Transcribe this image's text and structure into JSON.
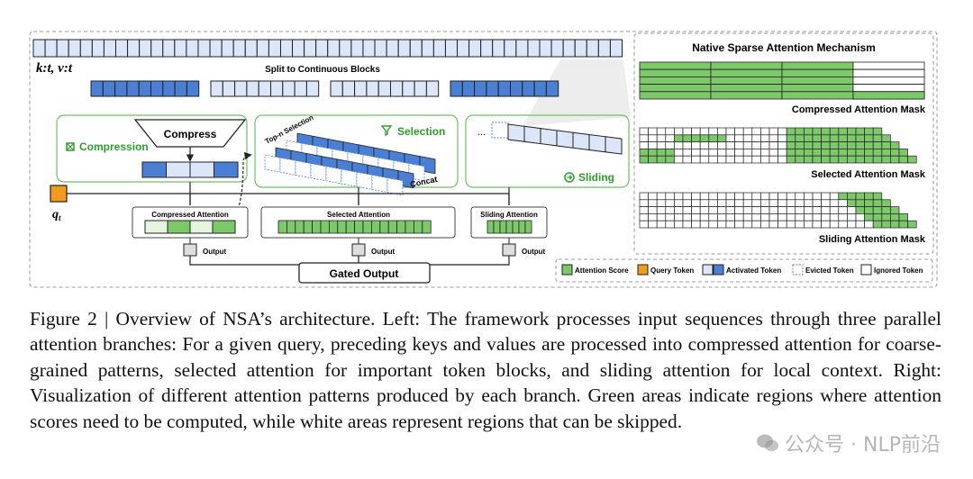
{
  "labels": {
    "kv": "k:t, v:t",
    "split": "Split to Continuous Blocks",
    "compress": "Compress",
    "compression": "Compression",
    "topn": "Top-n Selection",
    "selection": "Selection",
    "concat": "Concat",
    "ellipsis": "...",
    "sliding": "Sliding",
    "qt": "q",
    "qt_sub": "t",
    "compressed_attention": "Compressed Attention",
    "selected_attention": "Selected Attention",
    "sliding_attention": "Sliding Attention",
    "output": "Output",
    "gated_output": "Gated Output"
  },
  "right_panel": {
    "title": "Native Sparse Attention Mechanism",
    "masks": [
      {
        "label": "Compressed Attention Mask"
      },
      {
        "label": "Selected Attention Mask"
      },
      {
        "label": "Sliding Attention Mask"
      }
    ]
  },
  "legend": [
    {
      "label": "Attention Score",
      "kind": "green"
    },
    {
      "label": "Query Token",
      "kind": "orange"
    },
    {
      "label": "Activated Token",
      "kind": "blue"
    },
    {
      "label": "Evicted Token",
      "kind": "dashed"
    },
    {
      "label": "Ignored Token",
      "kind": "white"
    }
  ],
  "colors": {
    "green": "#7cc86a",
    "green_border": "#2f7a28",
    "panel_green": "#6cc260",
    "blue": "#4a7fd4",
    "light_blue": "#dbe7f8",
    "orange": "#f29a1e",
    "gray": "#d9d9d9"
  },
  "icons": [
    "compression-icon",
    "selection-icon",
    "sliding-icon"
  ],
  "caption": "Figure 2 | Overview of NSA’s architecture. Left: The framework processes input sequences through three parallel attention branches: For a given query, preceding keys and values are processed into compressed attention for coarse-grained patterns, selected attention for important token blocks, and sliding attention for local context. Right: Visualization of different attention patterns produced by each branch. Green areas indicate regions where attention scores need to be computed, while white areas represent regions that can be skipped.",
  "watermark": "公众号 · NLP前沿"
}
